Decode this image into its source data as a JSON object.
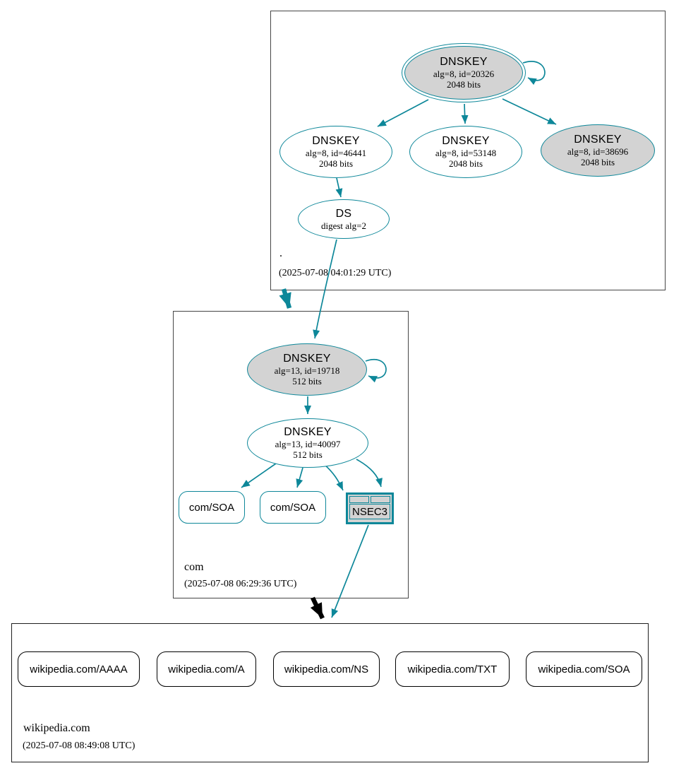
{
  "diagram_type": "dnssec-authentication-chain-graph",
  "colors": {
    "secure_edge": "#0d8799",
    "insecure_edge": "#000000",
    "node_fill_gray": "#d3d3d3",
    "node_fill_white": "#ffffff",
    "zone_box_border": "#464646"
  },
  "zones": {
    "root": {
      "label": ".",
      "timestamp": "(2025-07-08 04:01:29 UTC)",
      "nodes": {
        "ksk": {
          "title": "DNSKEY",
          "detail1": "alg=8, id=20326",
          "detail2": "2048 bits"
        },
        "key46441": {
          "title": "DNSKEY",
          "detail1": "alg=8, id=46441",
          "detail2": "2048 bits"
        },
        "key53148": {
          "title": "DNSKEY",
          "detail1": "alg=8, id=53148",
          "detail2": "2048 bits"
        },
        "key38696": {
          "title": "DNSKEY",
          "detail1": "alg=8, id=38696",
          "detail2": "2048 bits"
        },
        "ds": {
          "title": "DS",
          "detail1": "digest alg=2"
        }
      }
    },
    "com": {
      "label": "com",
      "timestamp": "(2025-07-08 06:29:36 UTC)",
      "nodes": {
        "ksk": {
          "title": "DNSKEY",
          "detail1": "alg=13, id=19718",
          "detail2": "512 bits"
        },
        "zsk": {
          "title": "DNSKEY",
          "detail1": "alg=13, id=40097",
          "detail2": "512 bits"
        },
        "soa1": {
          "label": "com/SOA"
        },
        "soa2": {
          "label": "com/SOA"
        },
        "nsec3": {
          "label": "NSEC3"
        }
      }
    },
    "wikipedia": {
      "label": "wikipedia.com",
      "timestamp": "(2025-07-08 08:49:08 UTC)",
      "rrsets": [
        "wikipedia.com/AAAA",
        "wikipedia.com/A",
        "wikipedia.com/NS",
        "wikipedia.com/TXT",
        "wikipedia.com/SOA"
      ]
    }
  }
}
